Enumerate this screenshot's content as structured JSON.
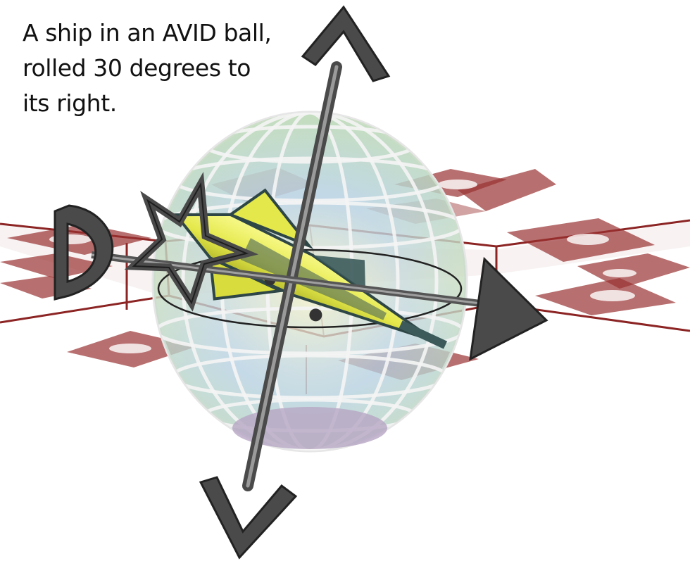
{
  "caption": {
    "lines": [
      "A ship in an AVID ball,",
      "rolled 30 degrees to",
      "its right."
    ]
  },
  "colors": {
    "ball_green": "#bcd9b4",
    "ball_blue": "#b4cfe2",
    "ball_yellow": "#f1efc4",
    "ball_purple": "#b7a6c4",
    "plane_red": "#8c2424",
    "ship_yellow": "#e4e84a",
    "ship_dark": "#3c5a5a",
    "axis_gray": "#555555",
    "marker_dark": "#4a4a4a"
  },
  "icons": {
    "ship": "ship-model-icon",
    "star": "star-marker-icon",
    "top": "up-chevron-icon",
    "bottom": "down-chevron-icon",
    "left": "d-shape-icon",
    "right": "triangle-marker-icon"
  }
}
